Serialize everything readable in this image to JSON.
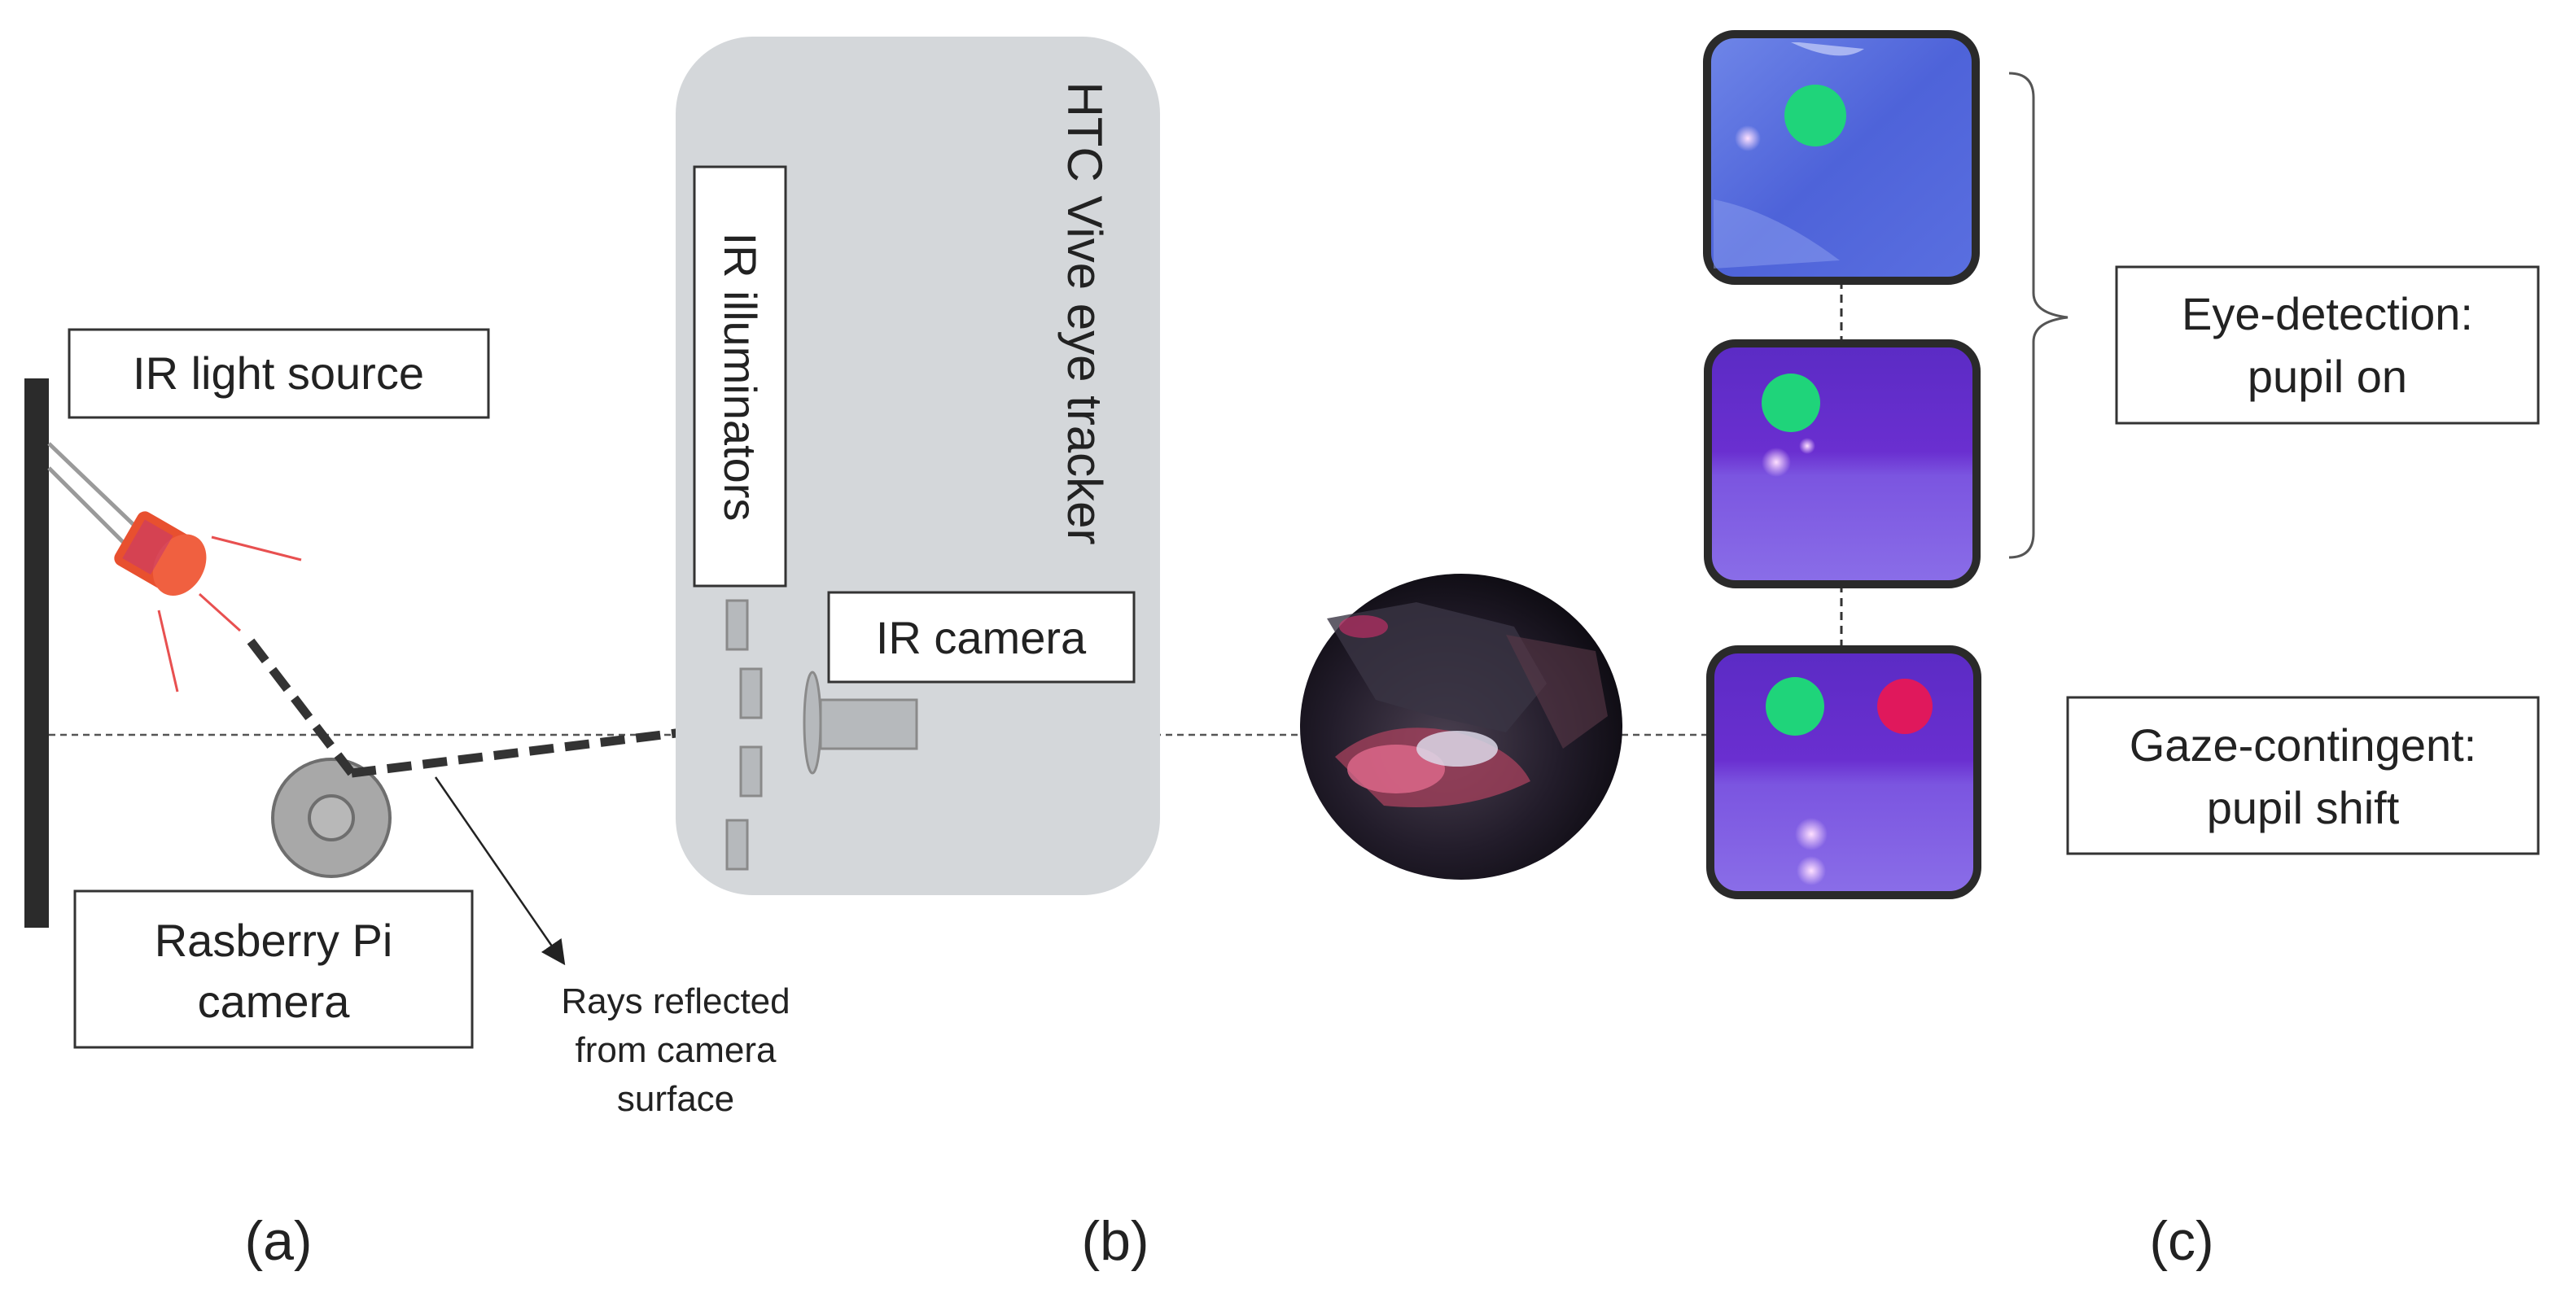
{
  "labels": {
    "ir_light_source": "IR light source",
    "raspberry_pi_line1": "Rasberry Pi",
    "raspberry_pi_line2": "camera",
    "rays_line1": "Rays reflected",
    "rays_line2": "from camera",
    "rays_line3": "surface",
    "htc_tracker": "HTC Vive eye tracker",
    "ir_illuminators": "IR illuminators",
    "ir_camera": "IR camera",
    "eye_detection_line1": "Eye-detection:",
    "eye_detection_line2": "pupil on",
    "gaze_contingent_line1": "Gaze-contingent:",
    "gaze_contingent_line2": "pupil shift"
  },
  "panels": {
    "a": "(a)",
    "b": "(b)",
    "c": "(c)"
  },
  "colors": {
    "led_red": "#e8502f",
    "tracker_bg": "#d4d7da",
    "pupil_green": "#1fd47a",
    "pupil_red": "#e0185c",
    "screen_blue": "#4d56d8",
    "screen_purple": "#6e3cd8"
  }
}
